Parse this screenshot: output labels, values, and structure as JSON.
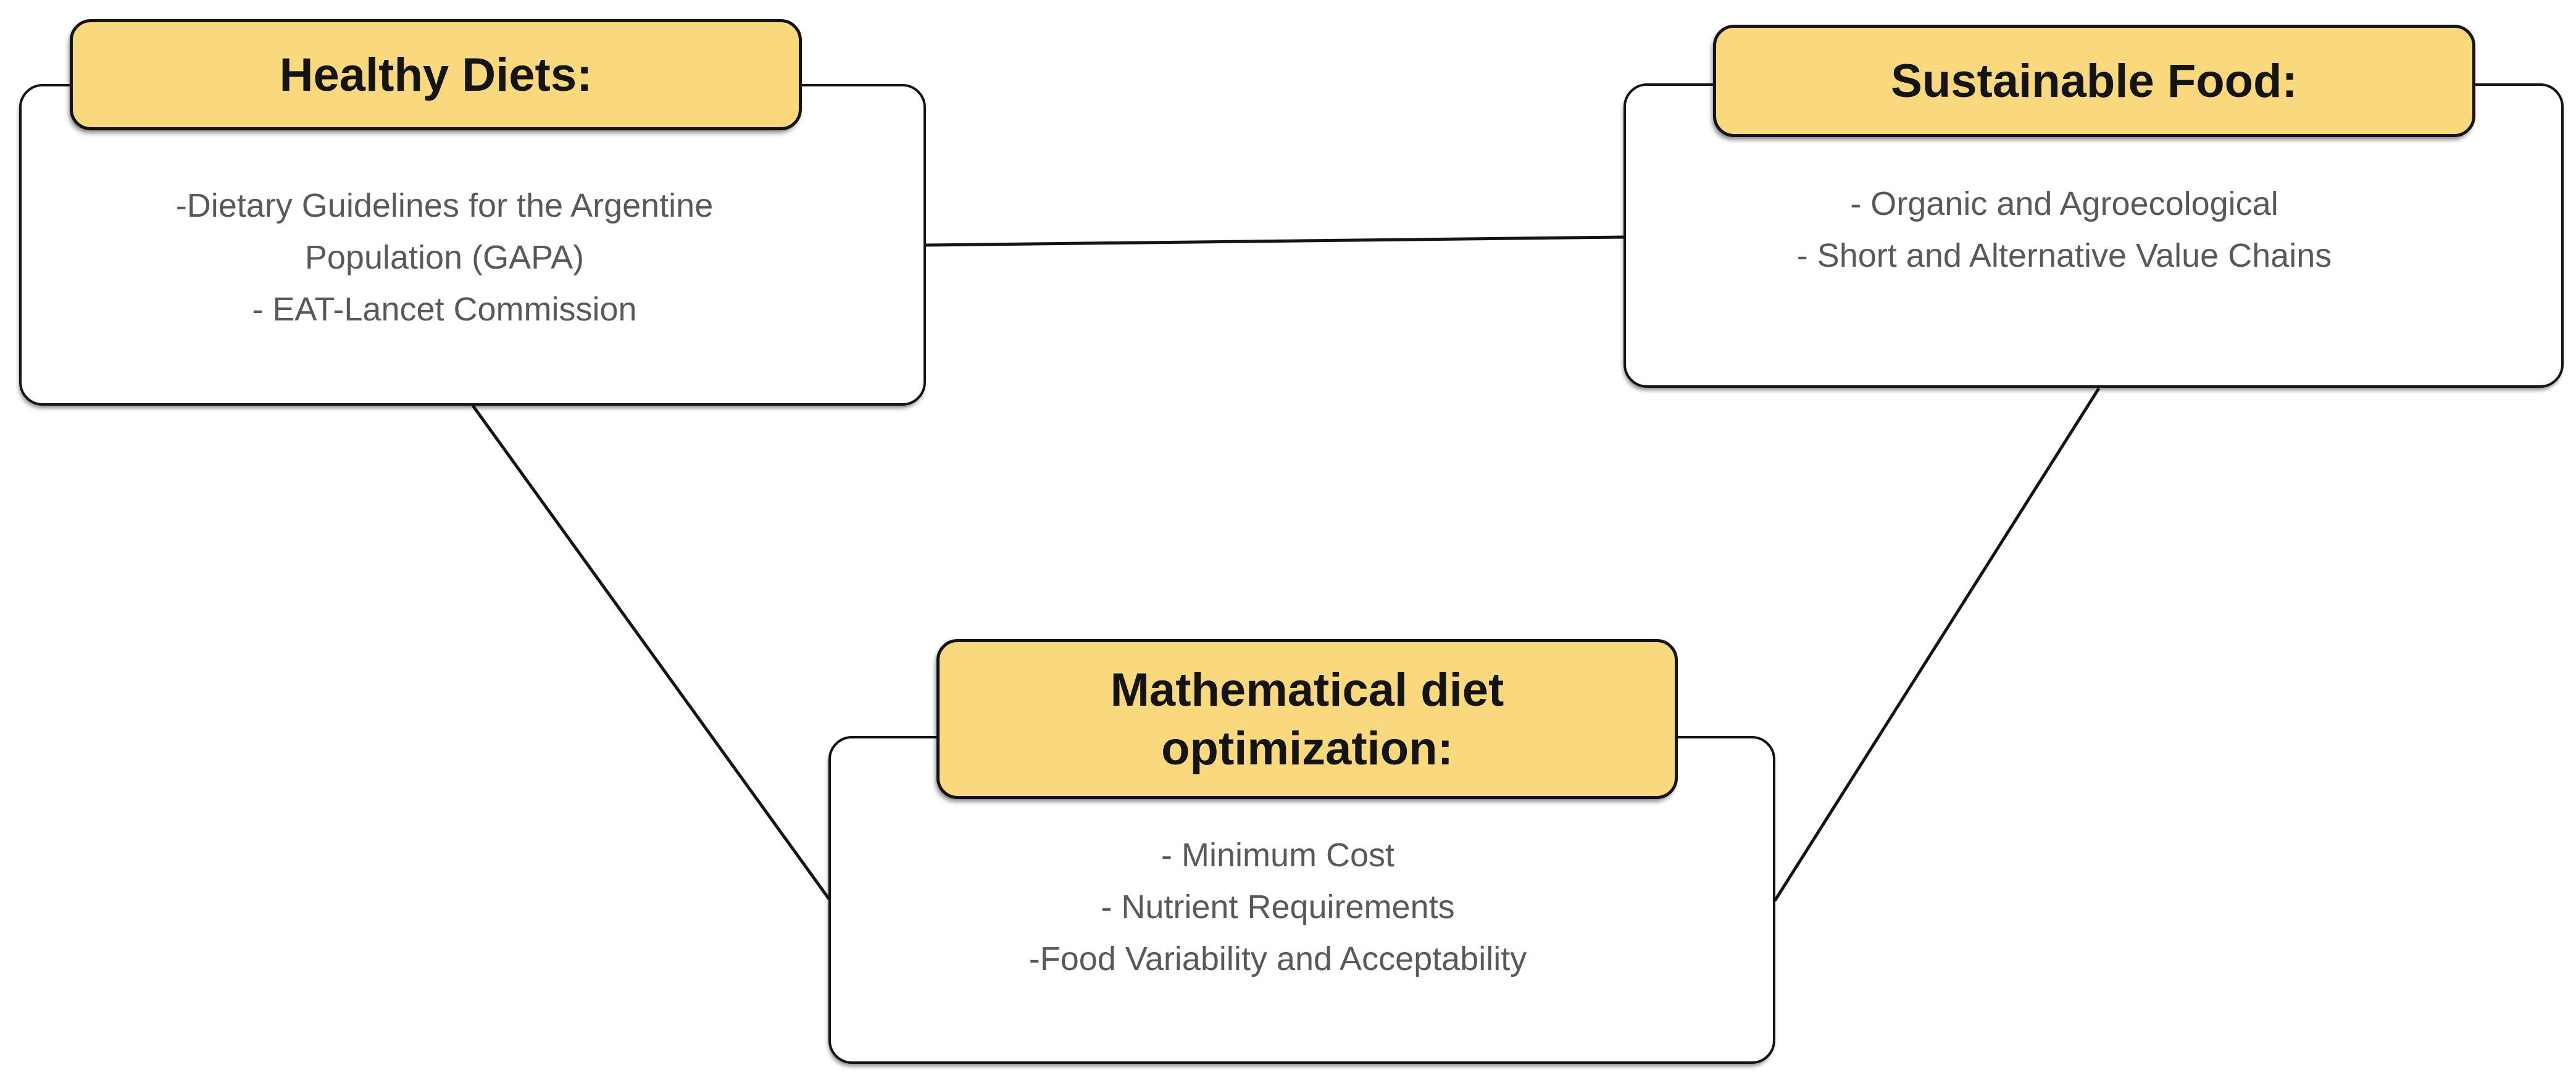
{
  "colors": {
    "header_fill": "#FAD87E",
    "outline": "#141414",
    "title_text": "#141414",
    "body_text": "#59595b",
    "background": "#ffffff"
  },
  "nodes": [
    {
      "id": "healthy-diets",
      "title_lines": [
        "Healthy Diets:"
      ],
      "lines": [
        "-Dietary Guidelines for the Argentine",
        "Population (GAPA)",
        "- EAT-Lancet Commission"
      ]
    },
    {
      "id": "sustainable-food",
      "title_lines": [
        "Sustainable Food:"
      ],
      "lines": [
        "- Organic and Agroecological",
        "- Short and Alternative Value Chains"
      ]
    },
    {
      "id": "mathematical-diet-optimization",
      "title_lines": [
        "Mathematical diet",
        "optimization:"
      ],
      "lines": [
        "- Minimum Cost",
        "- Nutrient Requirements",
        "-Food Variability and Acceptability"
      ]
    }
  ],
  "edges": [
    {
      "from": "healthy-diets",
      "to": "sustainable-food"
    },
    {
      "from": "healthy-diets",
      "to": "mathematical-diet-optimization"
    },
    {
      "from": "sustainable-food",
      "to": "mathematical-diet-optimization"
    }
  ]
}
